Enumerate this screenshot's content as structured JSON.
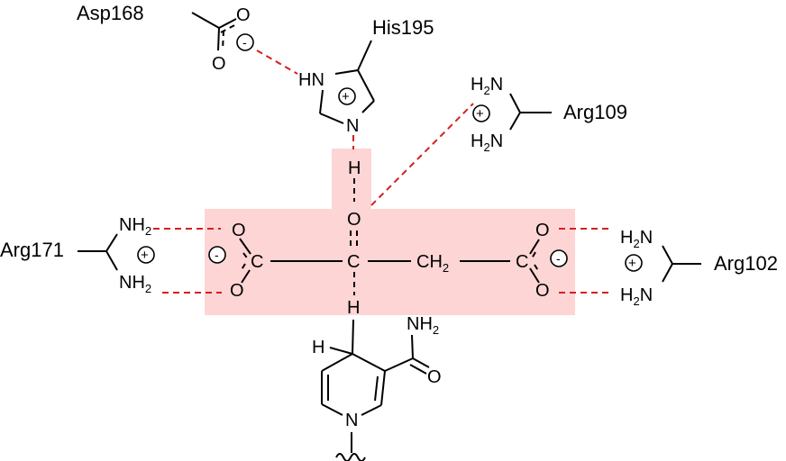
{
  "residues": {
    "asp168": "Asp168",
    "his195": "His195",
    "arg109": "Arg109",
    "arg171": "Arg171",
    "arg102": "Arg102"
  },
  "atoms": {
    "O": "O",
    "C": "C",
    "H": "H",
    "N": "N",
    "HN": "HN",
    "CH": "CH",
    "NH": "NH",
    "N_pre": "H",
    "two": "2"
  },
  "charges": {
    "plus": "+",
    "minus": "-"
  },
  "colors": {
    "highlight": "#fdd5d5",
    "hbond": "#d42020"
  }
}
